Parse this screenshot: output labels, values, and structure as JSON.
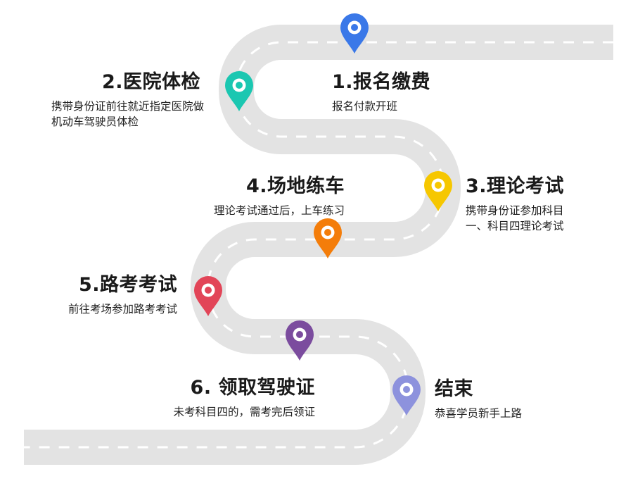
{
  "steps": [
    {
      "id": "step-1",
      "title": "1.报名缴费",
      "desc": "报名付款开班",
      "color": "#3A78E8"
    },
    {
      "id": "step-2",
      "title": "2.医院体检",
      "desc": "携带身份证前往就近指定医院做机动车驾驶员体检",
      "color": "#1BC7B1"
    },
    {
      "id": "step-3",
      "title": "3.理论考试",
      "desc": "携带身份证参加科目一、科目四理论考试",
      "color": "#F6C700"
    },
    {
      "id": "step-4",
      "title": "4.场地练车",
      "desc": "理论考试通过后，上车练习",
      "color": "#F47D0A"
    },
    {
      "id": "step-5",
      "title": "5.路考考试",
      "desc": "前往考场参加路考考试",
      "color": "#E24558"
    },
    {
      "id": "step-6",
      "title": "6. 领取驾驶证",
      "desc": "未考科目四的，需考完后领证",
      "color": "#7B4C9E"
    },
    {
      "id": "step-end",
      "title": "结束",
      "desc": "恭喜学员新手上路",
      "color": "#8D92DD"
    }
  ],
  "road": {
    "color": "#E3E3E3",
    "dash_color": "#FFFFFF"
  }
}
